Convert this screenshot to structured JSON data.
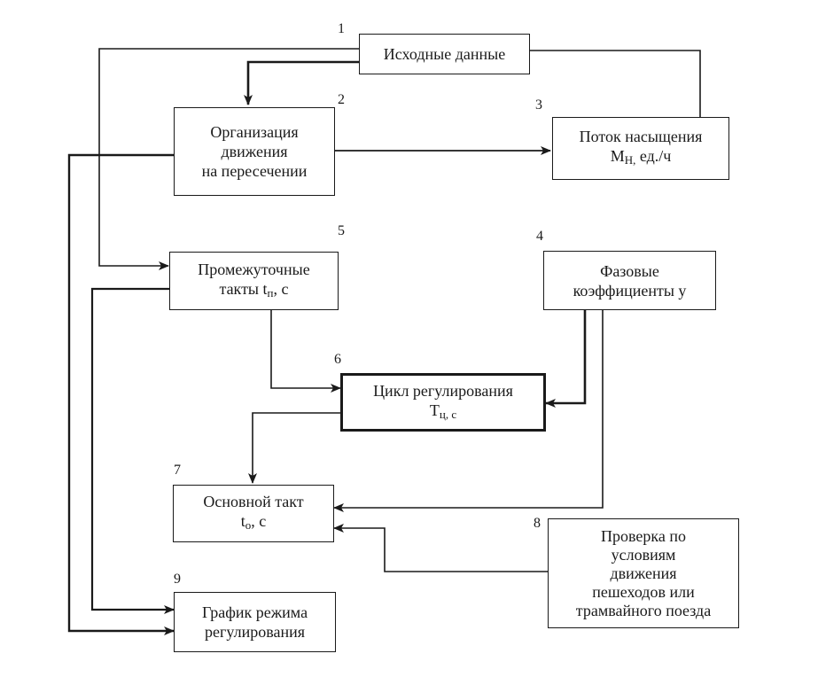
{
  "blocks": [
    {
      "id": "b1",
      "number": "1",
      "lines": [
        "Исходные данные"
      ]
    },
    {
      "id": "b2",
      "number": "2",
      "lines": [
        "Организация",
        "движения",
        "на пересечении"
      ]
    },
    {
      "id": "b3",
      "number": "3",
      "line1": "Поток насыщения",
      "line2_main": "М",
      "line2_sub": "Н,",
      "line2_rest": " ед./ч"
    },
    {
      "id": "b4",
      "number": "4",
      "lines": [
        "Фазовые",
        "коэффициенты y"
      ]
    },
    {
      "id": "b5",
      "number": "5",
      "line1": "Промежуточные",
      "line2_main": "такты t",
      "line2_sub": "п",
      "line2_rest": ", с"
    },
    {
      "id": "b6",
      "number": "6",
      "line1": "Цикл регулирования",
      "line2_main": "Т",
      "line2_sub": "ц, с",
      "line2_rest": ""
    },
    {
      "id": "b7",
      "number": "7",
      "line1": "Основной такт",
      "line2_main": "t",
      "line2_sub": "о",
      "line2_rest": ", с"
    },
    {
      "id": "b8",
      "number": "8",
      "lines": [
        "Проверка по",
        "условиям",
        "движения",
        "пешеходов или",
        "трамвайного поезда"
      ]
    },
    {
      "id": "b9",
      "number": "9",
      "lines": [
        "График режима",
        "регулирования"
      ]
    }
  ]
}
